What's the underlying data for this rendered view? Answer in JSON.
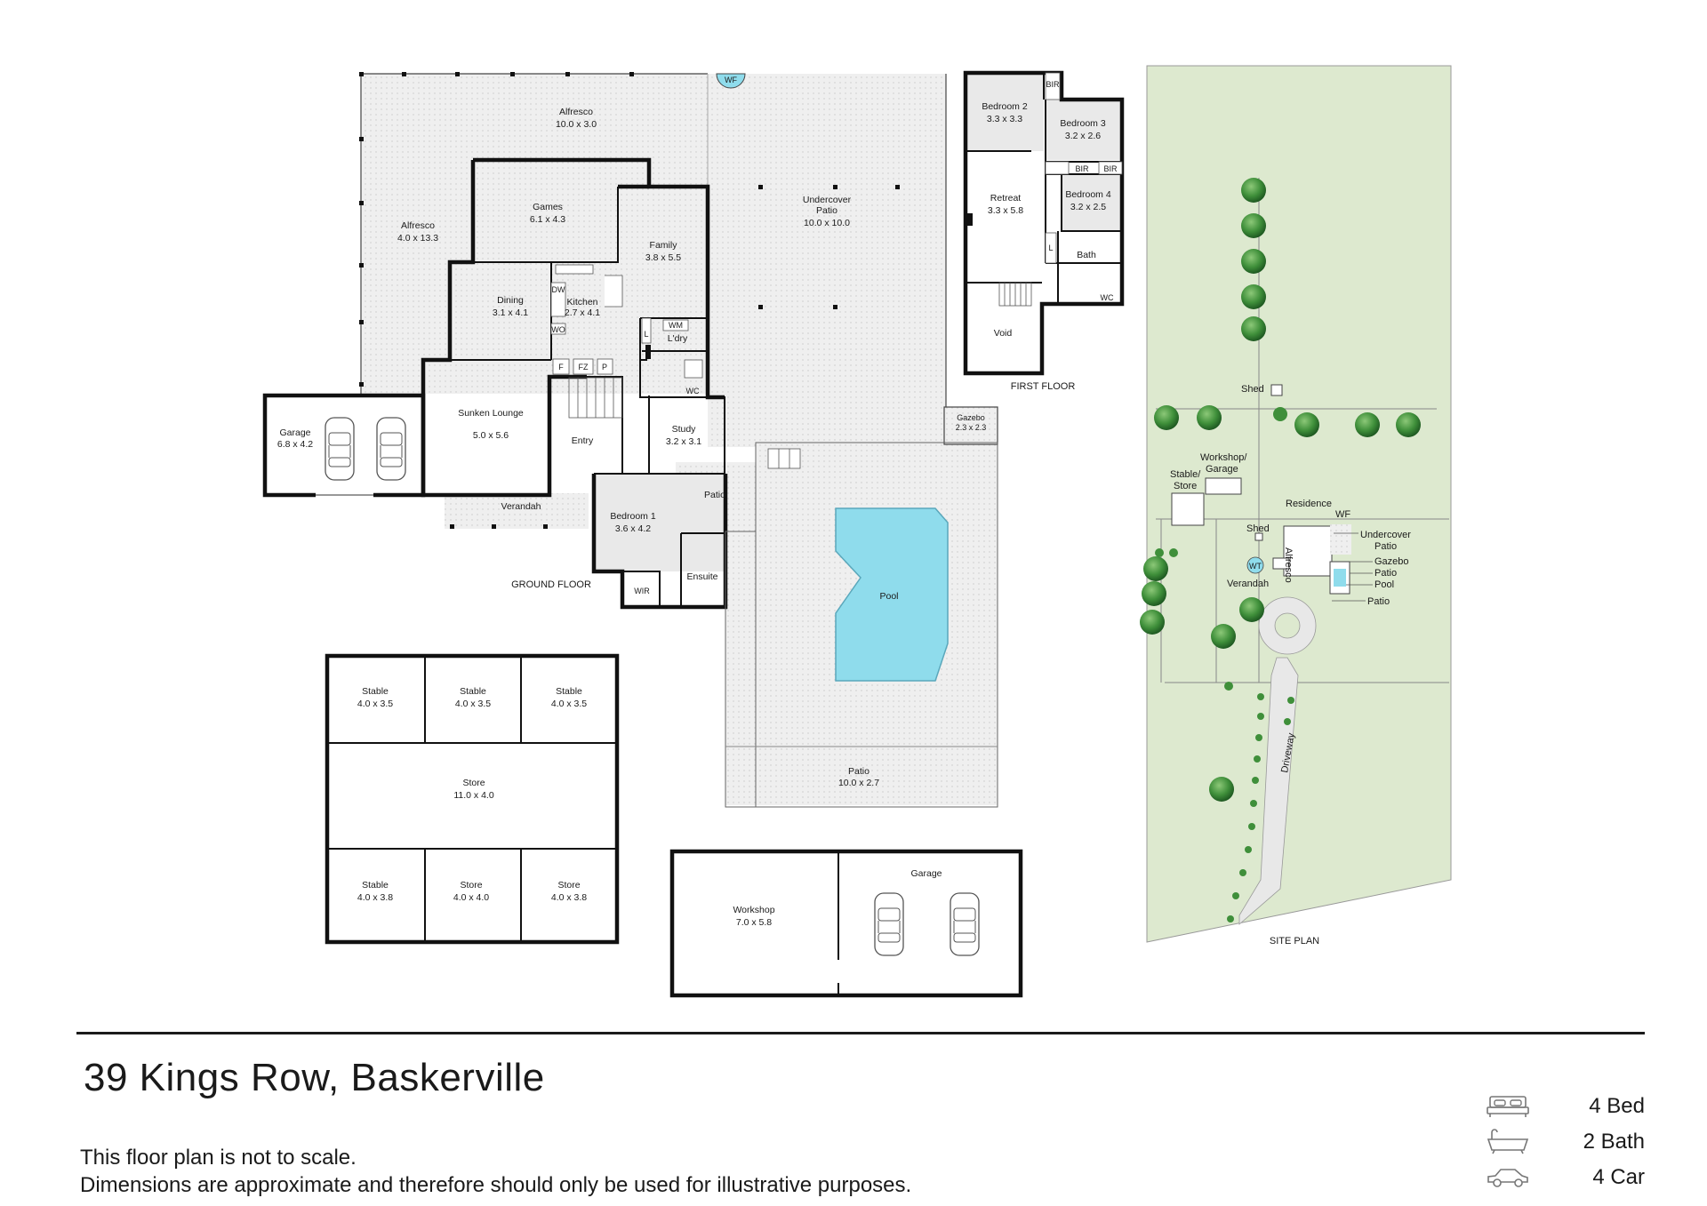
{
  "address": "39 Kings Row, Baskerville",
  "disclaimer": {
    "line1": "This floor plan is not to scale.",
    "line2": "Dimensions are approximate and therefore should only be used for illustrative purposes."
  },
  "features": [
    {
      "icon": "bed-icon",
      "label": "4 Bed"
    },
    {
      "icon": "bath-icon",
      "label": "2 Bath"
    },
    {
      "icon": "car-icon",
      "label": "4 Car"
    }
  ],
  "captions": {
    "ground_floor": "GROUND FLOOR",
    "first_floor": "FIRST FLOOR",
    "site_plan": "SITE PLAN"
  },
  "ground_floor": {
    "alfresco_top": {
      "name": "Alfresco",
      "dim": "10.0 x 3.0"
    },
    "alfresco_left": {
      "name": "Alfresco",
      "dim": "4.0 x 13.3"
    },
    "games": {
      "name": "Games",
      "dim": "6.1 x 4.3"
    },
    "family": {
      "name": "Family",
      "dim": "3.8 x 5.5"
    },
    "dining": {
      "name": "Dining",
      "dim": "3.1 x 4.1"
    },
    "kitchen": {
      "name": "Kitchen",
      "dim": "2.7 x 4.1"
    },
    "laundry": {
      "name": "L'dry"
    },
    "sunken_lounge": {
      "name": "Sunken Lounge",
      "dim": "5.0 x 5.6"
    },
    "garage": {
      "name": "Garage",
      "dim": "6.8 x 4.2"
    },
    "entry": {
      "name": "Entry"
    },
    "study": {
      "name": "Study",
      "dim": "3.2 x 3.1"
    },
    "verandah": {
      "name": "Verandah"
    },
    "bedroom1": {
      "name": "Bedroom 1",
      "dim": "3.6 x 4.2"
    },
    "ensuite": {
      "name": "Ensuite"
    },
    "wir": {
      "name": "WIR"
    },
    "patio_small": {
      "name": "Patio"
    },
    "undercover_patio": {
      "name": "Undercover Patio",
      "dim": "10.0 x 10.0"
    },
    "gazebo": {
      "name": "Gazebo",
      "dim": "2.3 x 2.3"
    },
    "pool": {
      "name": "Pool"
    },
    "patio_bottom": {
      "name": "Patio",
      "dim": "10.0 x 2.7"
    },
    "wf": "WF",
    "fixtures": {
      "dw": "DW",
      "wo": "WO",
      "l": "L",
      "wm": "WM",
      "wc": "WC",
      "f": "F",
      "fz": "FZ",
      "p": "P"
    }
  },
  "first_floor": {
    "bedroom2": {
      "name": "Bedroom 2",
      "dim": "3.3 x 3.3"
    },
    "bedroom3": {
      "name": "Bedroom 3",
      "dim": "3.2 x 2.6"
    },
    "bedroom4": {
      "name": "Bedroom 4",
      "dim": "3.2 x 2.5"
    },
    "retreat": {
      "name": "Retreat",
      "dim": "3.3 x 5.8"
    },
    "bath": {
      "name": "Bath"
    },
    "void": {
      "name": "Void"
    },
    "bir": "BIR",
    "l": "L",
    "wc": "WC"
  },
  "outbuilding": {
    "stable1": {
      "name": "Stable",
      "dim": "4.0 x 3.5"
    },
    "stable2": {
      "name": "Stable",
      "dim": "4.0 x 3.5"
    },
    "stable3": {
      "name": "Stable",
      "dim": "4.0 x 3.5"
    },
    "store_main": {
      "name": "Store",
      "dim": "11.0 x 4.0"
    },
    "stable4": {
      "name": "Stable",
      "dim": "4.0 x 3.8"
    },
    "store2": {
      "name": "Store",
      "dim": "4.0 x 4.0"
    },
    "store3": {
      "name": "Store",
      "dim": "4.0 x 3.8"
    }
  },
  "workshop": {
    "workshop": {
      "name": "Workshop",
      "dim": "7.0 x 5.8"
    },
    "garage": {
      "name": "Garage"
    }
  },
  "site_plan": {
    "shed": "Shed",
    "workshop_garage_1": "Workshop/",
    "workshop_garage_2": "Garage",
    "stable_store_1": "Stable/",
    "stable_store_2": "Store",
    "residence": "Residence",
    "wf": "WF",
    "undercover_patio_1": "Undercover",
    "undercover_patio_2": "Patio",
    "shed2": "Shed",
    "alfresco": "Alfresco",
    "wt": "WT",
    "gazebo": "Gazebo",
    "patio1": "Patio",
    "pool": "Pool",
    "verandah": "Verandah",
    "patio2": "Patio",
    "driveway": "Driveway"
  },
  "colors": {
    "pool": "#8fdcec",
    "site_grass": "#dde9cf",
    "tree": "#3f8f3a",
    "wall": "#111111"
  }
}
